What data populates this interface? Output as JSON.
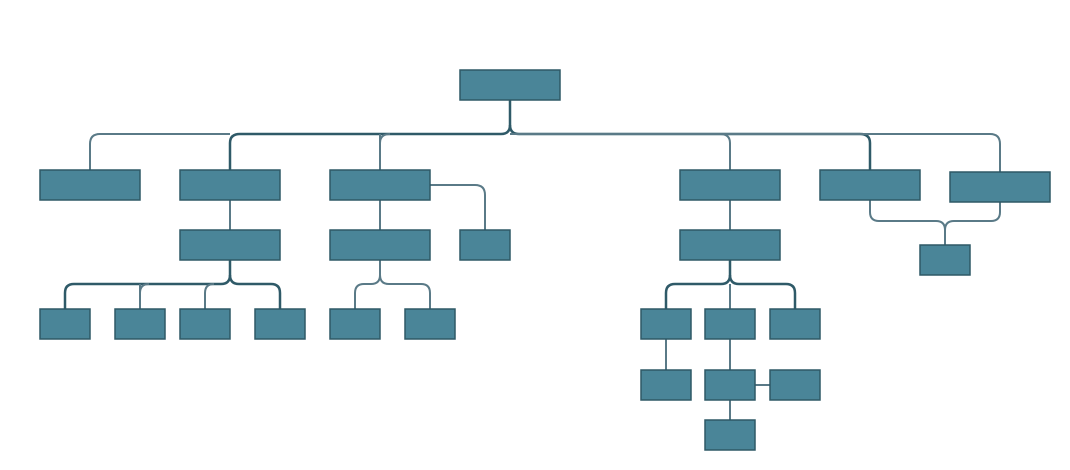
{
  "colors": {
    "node_fill": "#4a8598",
    "node_stroke": "#2e5866",
    "connector": "#5a7a87",
    "connector_dark": "#2f5a68",
    "background": "#ffffff"
  },
  "diagram": {
    "type": "org-chart",
    "node_count": 25,
    "nodes": [
      {
        "id": "root",
        "label": ""
      },
      {
        "id": "l1-a",
        "label": ""
      },
      {
        "id": "l1-b",
        "label": ""
      },
      {
        "id": "l1-c",
        "label": ""
      },
      {
        "id": "l1-c-side",
        "label": ""
      },
      {
        "id": "l1-d",
        "label": ""
      },
      {
        "id": "l1-e",
        "label": ""
      },
      {
        "id": "l1-f",
        "label": ""
      },
      {
        "id": "l2-b",
        "label": ""
      },
      {
        "id": "l2-c",
        "label": ""
      },
      {
        "id": "l2-d",
        "label": ""
      },
      {
        "id": "l2-ef",
        "label": ""
      },
      {
        "id": "l3-b1",
        "label": ""
      },
      {
        "id": "l3-b2",
        "label": ""
      },
      {
        "id": "l3-b3",
        "label": ""
      },
      {
        "id": "l3-b4",
        "label": ""
      },
      {
        "id": "l3-c1",
        "label": ""
      },
      {
        "id": "l3-c2",
        "label": ""
      },
      {
        "id": "l3-d1",
        "label": ""
      },
      {
        "id": "l3-d2",
        "label": ""
      },
      {
        "id": "l3-d3",
        "label": ""
      },
      {
        "id": "l4-d1",
        "label": ""
      },
      {
        "id": "l4-d2",
        "label": ""
      },
      {
        "id": "l4-d2-side",
        "label": ""
      },
      {
        "id": "l5-d2",
        "label": ""
      }
    ],
    "edges": [
      [
        "root",
        "l1-a"
      ],
      [
        "root",
        "l1-b"
      ],
      [
        "root",
        "l1-c"
      ],
      [
        "root",
        "l1-d"
      ],
      [
        "root",
        "l1-e"
      ],
      [
        "root",
        "l1-f"
      ],
      [
        "l1-c",
        "l1-c-side"
      ],
      [
        "l1-b",
        "l2-b"
      ],
      [
        "l1-c",
        "l2-c"
      ],
      [
        "l1-d",
        "l2-d"
      ],
      [
        "l1-e",
        "l2-ef"
      ],
      [
        "l1-f",
        "l2-ef"
      ],
      [
        "l2-b",
        "l3-b1"
      ],
      [
        "l2-b",
        "l3-b2"
      ],
      [
        "l2-b",
        "l3-b3"
      ],
      [
        "l2-b",
        "l3-b4"
      ],
      [
        "l2-c",
        "l3-c1"
      ],
      [
        "l2-c",
        "l3-c2"
      ],
      [
        "l2-d",
        "l3-d1"
      ],
      [
        "l2-d",
        "l3-d2"
      ],
      [
        "l2-d",
        "l3-d3"
      ],
      [
        "l3-d1",
        "l4-d1"
      ],
      [
        "l3-d2",
        "l4-d2"
      ],
      [
        "l4-d2",
        "l4-d2-side"
      ],
      [
        "l4-d2",
        "l5-d2"
      ]
    ]
  }
}
